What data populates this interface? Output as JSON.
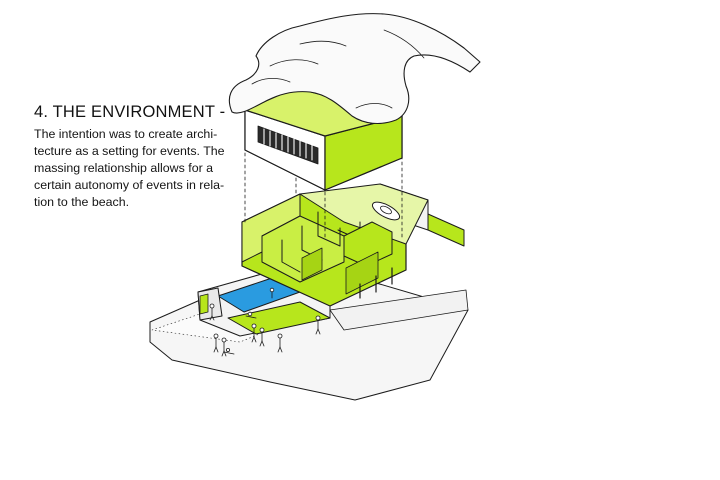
{
  "heading": "4. THE ENVIRONMENT -",
  "body_lines": [
    "The intention was to create archi-",
    "tecture as a setting for events. The",
    "massing relationship allows for a",
    "certain autonomy of events in rela-",
    "tion to the beach."
  ],
  "colors": {
    "accent_green": "#b7e61c",
    "pool_blue": "#2a9be0",
    "outline": "#1c1c1c",
    "hand_fill": "#fafafa"
  },
  "icons": [
    "hand-icon",
    "car-icon",
    "person-icon"
  ]
}
